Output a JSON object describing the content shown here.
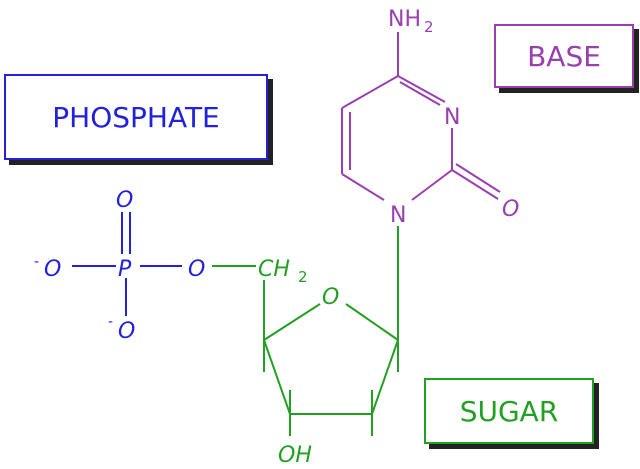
{
  "labels": {
    "phosphate": "PHOSPHATE",
    "base": "BASE",
    "sugar": "SUGAR"
  },
  "atoms": {
    "nh2_n": "NH",
    "nh2_sub": "2",
    "ring_n_upper": "N",
    "ring_n_lower": "N",
    "carbonyl_o": "O",
    "phosphate_p": "P",
    "phosphate_o_top": "O",
    "phosphate_o_left": "O",
    "phosphate_o_left_charge": "-",
    "phosphate_o_bottom": "O",
    "phosphate_o_bottom_charge": "-",
    "ester_o": "O",
    "ch2_c": "CH",
    "ch2_sub": "2",
    "ring_o": "O",
    "oh": "OH"
  },
  "colors": {
    "phosphate": "#2222dd",
    "base": "#9a3fb0",
    "sugar": "#23a023"
  }
}
